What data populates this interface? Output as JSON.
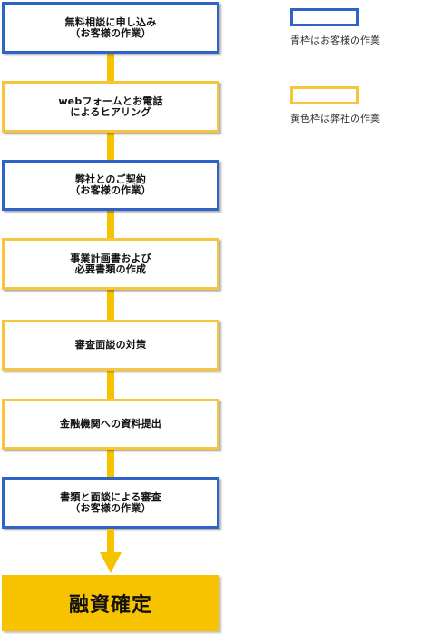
{
  "flowchart": {
    "steps": [
      {
        "label": "無料相談に申し込み\n（お客様の作業）",
        "owner": "blue"
      },
      {
        "label": "webフォームとお電話\nによるヒアリング",
        "owner": "yellow"
      },
      {
        "label": "弊社とのご契約\n（お客様の作業）",
        "owner": "blue"
      },
      {
        "label": "事業計画書および\n必要書類の作成",
        "owner": "yellow"
      },
      {
        "label": "審査面談の対策",
        "owner": "yellow"
      },
      {
        "label": "金融機関への資料提出",
        "owner": "yellow"
      },
      {
        "label": "書類と面談による審査\n（お客様の作業）",
        "owner": "blue"
      }
    ],
    "final_label": "融資確定"
  },
  "legend": {
    "blue": "青枠はお客様の作業",
    "yellow": "黄色枠は弊社の作業"
  },
  "colors": {
    "blue": "#2f63c9",
    "yellow": "#f5c53b",
    "final_fill": "#f7c200"
  }
}
